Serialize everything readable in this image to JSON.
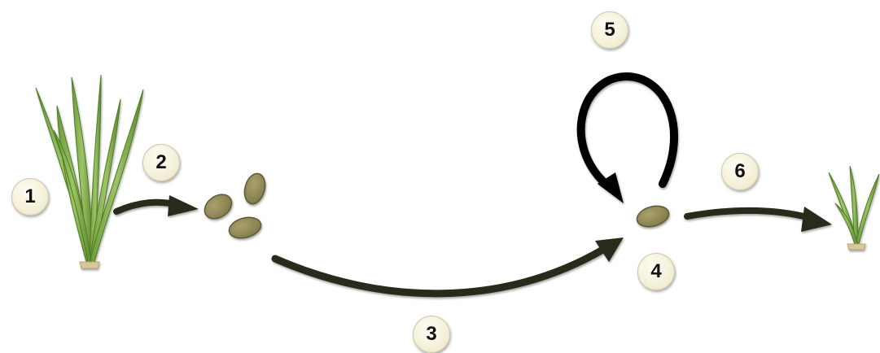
{
  "stages": [
    {
      "id": "1",
      "label": "1",
      "depicts": "mature-plant"
    },
    {
      "id": "2",
      "label": "2",
      "depicts": "seed-production"
    },
    {
      "id": "3",
      "label": "3",
      "depicts": "seed-dispersal"
    },
    {
      "id": "4",
      "label": "4",
      "depicts": "seed-in-seedbank"
    },
    {
      "id": "5",
      "label": "5",
      "depicts": "seed-persistence-loop"
    },
    {
      "id": "6",
      "label": "6",
      "depicts": "germination-to-seedling"
    }
  ],
  "colors": {
    "leaf_dark": "#5f8a2e",
    "leaf_light": "#8fb85a",
    "seed": "#8d8654",
    "seed_edge": "#5e5a36",
    "arrow": "#2a2a1a",
    "loop_arrow": "#000000",
    "badge_fill": "#f4f0d8",
    "root": "#d8c79a"
  }
}
